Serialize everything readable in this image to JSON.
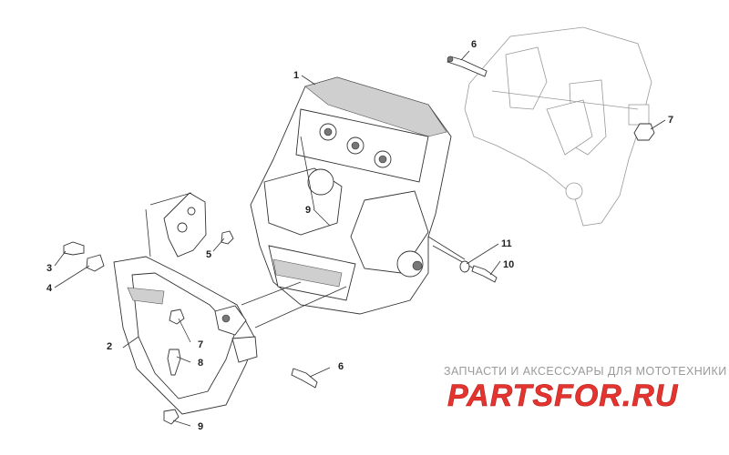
{
  "diagram": {
    "callouts": [
      {
        "id": "1",
        "label": "1"
      },
      {
        "id": "2",
        "label": "2"
      },
      {
        "id": "3",
        "label": "3"
      },
      {
        "id": "4",
        "label": "4"
      },
      {
        "id": "5",
        "label": "5"
      },
      {
        "id": "6a",
        "label": "6"
      },
      {
        "id": "6b",
        "label": "6"
      },
      {
        "id": "7a",
        "label": "7"
      },
      {
        "id": "7b",
        "label": "7"
      },
      {
        "id": "8",
        "label": "8"
      },
      {
        "id": "9a",
        "label": "9"
      },
      {
        "id": "9b",
        "label": "9"
      },
      {
        "id": "10",
        "label": "10"
      },
      {
        "id": "11",
        "label": "11"
      }
    ]
  },
  "watermark": {
    "tagline": "ЗАПЧАСТИ И АКСЕССУАРЫ ДЛЯ МОТОТЕХНИКИ",
    "brand": "PARTSFOR.RU",
    "colors": {
      "brand": "#e3342f",
      "tagline": "#9a9a9a"
    }
  }
}
